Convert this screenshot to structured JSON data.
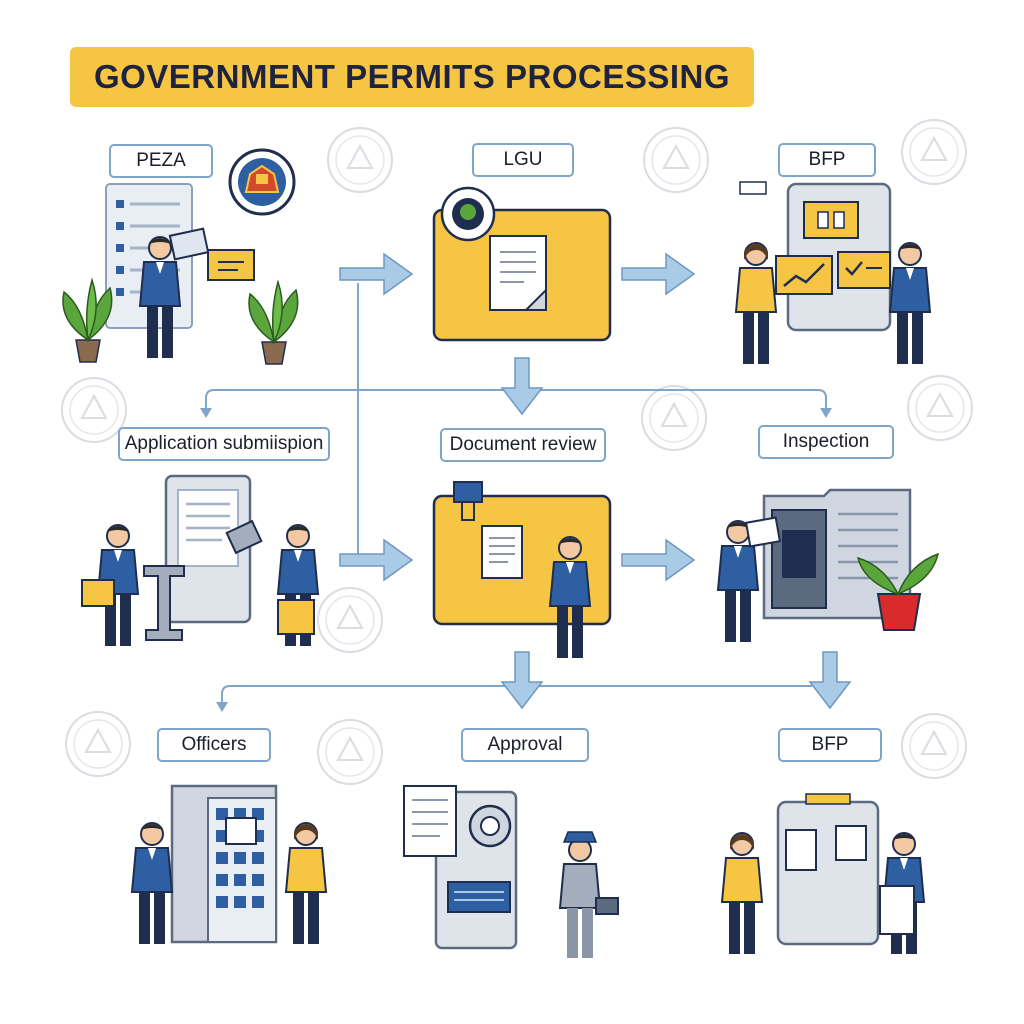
{
  "title": "GOVERNMENT PERMITS PROCESSING",
  "labels": {
    "peza": "PEZA",
    "lgu": "LGU",
    "bfp_top": "BFP",
    "application": "Application submiispion",
    "document_review": "Document review",
    "inspection": "Inspection",
    "officers": "Officers",
    "approval": "Approval",
    "bfp_bottom": "BFP"
  },
  "colors": {
    "banner": "#f6c544",
    "panel_yellow": "#f6c544",
    "arrow_blue": "#a9cbe6",
    "line_blue": "#7fa6c9",
    "navy": "#1f2d4f",
    "suit_blue": "#2e5fa3",
    "plant_green": "#5aa63c"
  }
}
